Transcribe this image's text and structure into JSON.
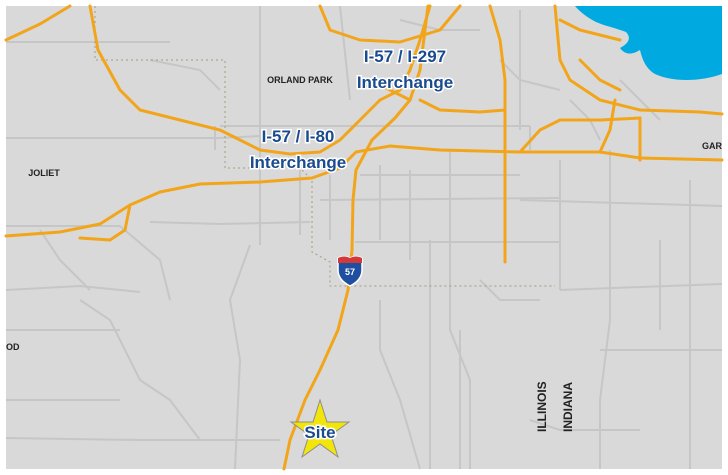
{
  "labels": {
    "interchange_297_line1": "I-57 / I-297",
    "interchange_297_line2": "Interchange",
    "interchange_80_line1": "I-57 / I-80",
    "interchange_80_line2": "Interchange",
    "orland_park": "ORLAND PARK",
    "joliet": "JOLIET",
    "gary": "GAR",
    "od": "OD",
    "illinois": "ILLINOIS",
    "indiana": "INDIANA",
    "site": "Site",
    "shield_number": "57"
  },
  "colors": {
    "land": "#d9d9d9",
    "water": "#00a9e0",
    "highway": "#f2a51a",
    "minor_road": "#c6c6c6",
    "callout_text": "#1a4b8f",
    "star": "#f3e600",
    "shield_blue": "#1f4fa0",
    "shield_red": "#d23a3a"
  },
  "icons": {
    "site_marker": "star-icon",
    "highway_shield": "interstate-shield-icon"
  }
}
